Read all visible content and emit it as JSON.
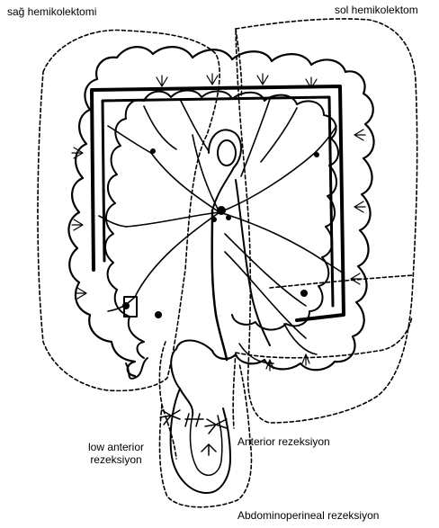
{
  "diagram": {
    "labels": {
      "right_hemicolectomy": "sağ hemikolektomi",
      "left_hemicolectomy": "sol hemikolektom",
      "low_anterior_line1": "low anterior",
      "low_anterior_line2": "rezeksiyon",
      "anterior_resection": "Anterior rezeksiyon",
      "abdominoperineal_resection": "Abdominoperineal rezeksiyon"
    },
    "colors": {
      "ink": "#000000",
      "background": "#ffffff"
    }
  }
}
